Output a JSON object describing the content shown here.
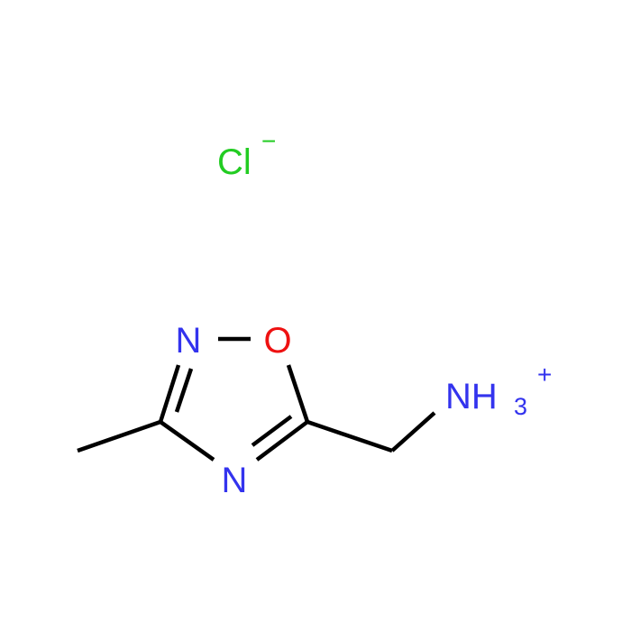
{
  "molecule": {
    "chloride": {
      "symbol": "Cl",
      "charge": "−",
      "color": "#22cc22"
    },
    "atoms": {
      "n_ring_top": {
        "symbol": "N",
        "color": "#3333ee"
      },
      "o_ring": {
        "symbol": "O",
        "color": "#ee1111"
      },
      "n_ring_bottom": {
        "symbol": "N",
        "color": "#3333ee"
      },
      "ammonium": {
        "symbol": "NH",
        "subscript": "3",
        "charge": "+",
        "color": "#3333ee"
      }
    },
    "bond_color": "#000000"
  }
}
